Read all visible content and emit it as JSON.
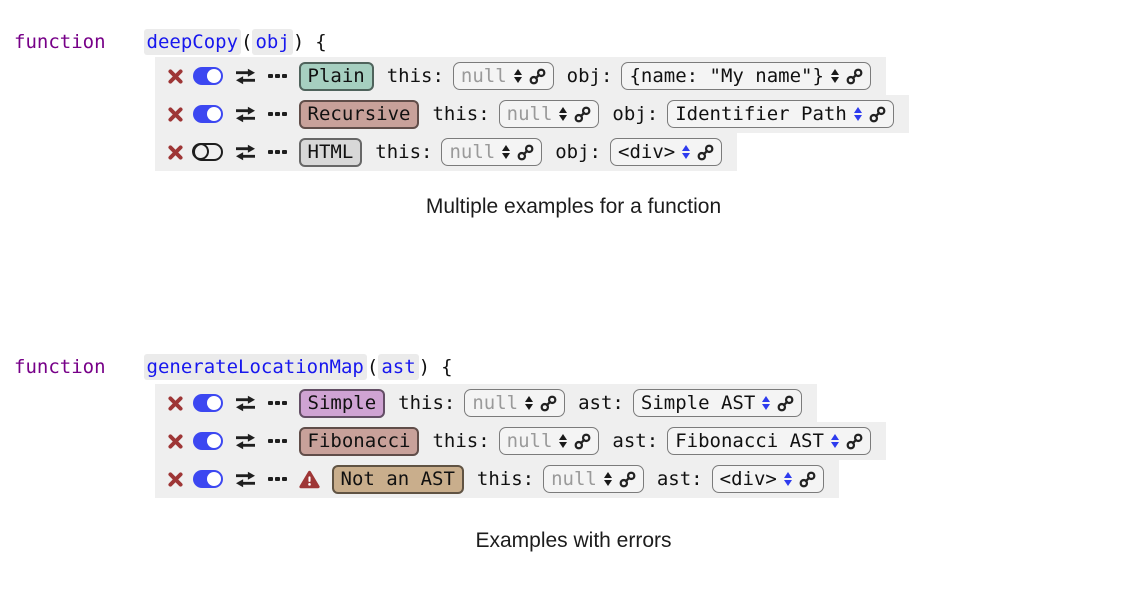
{
  "colors": {
    "keyword": "#770088",
    "identifier": "#1717ee",
    "row_background": "#efefef",
    "toggle_on": "#3c47f1",
    "reference_accent": "#2d3bee",
    "danger_red": "#9e3636",
    "muted_value": "#9a9a9a"
  },
  "icons": {
    "delete": "x-icon",
    "toggle": "toggle-switch",
    "swap": "swap-arrows-icon",
    "more": "ellipsis-icon",
    "stepper": "up-down-stepper-icon",
    "link": "link-icon",
    "warning": "warning-triangle-icon"
  },
  "blocks": [
    {
      "code": {
        "keyword": "function",
        "name": "deepCopy",
        "open_paren": "(",
        "param": "obj",
        "close_paren": ")",
        "open_brace": "{"
      },
      "rows": [
        {
          "name": "Plain",
          "badge_bg": "#a6cfc0",
          "toggle": "on",
          "fields": [
            {
              "label": "this:",
              "value": "null",
              "muted": "true",
              "kind": "literal"
            },
            {
              "label": "obj:",
              "value": "{name: \"My name\"}",
              "muted": "false",
              "kind": "literal"
            }
          ]
        },
        {
          "name": "Recursive",
          "badge_bg": "#c8a19a",
          "toggle": "on",
          "fields": [
            {
              "label": "this:",
              "value": "null",
              "muted": "true",
              "kind": "literal"
            },
            {
              "label": "obj:",
              "value": "Identifier Path",
              "muted": "false",
              "kind": "ref"
            }
          ]
        },
        {
          "name": "HTML",
          "badge_bg": "#d8d8d8",
          "toggle": "off",
          "fields": [
            {
              "label": "this:",
              "value": "null",
              "muted": "true",
              "kind": "literal"
            },
            {
              "label": "obj:",
              "value": "<div>",
              "muted": "false",
              "kind": "ref"
            }
          ]
        }
      ],
      "caption": "Multiple examples for a function"
    },
    {
      "code": {
        "keyword": "function",
        "name": "generateLocationMap",
        "open_paren": "(",
        "param": "ast",
        "close_paren": ")",
        "open_brace": "{"
      },
      "rows": [
        {
          "name": "Simple",
          "badge_bg": "#cfa3d3",
          "toggle": "on",
          "fields": [
            {
              "label": "this:",
              "value": "null",
              "muted": "true",
              "kind": "literal"
            },
            {
              "label": "ast:",
              "value": "Simple AST",
              "muted": "false",
              "kind": "ref"
            }
          ]
        },
        {
          "name": "Fibonacci",
          "badge_bg": "#c8a19a",
          "toggle": "on",
          "fields": [
            {
              "label": "this:",
              "value": "null",
              "muted": "true",
              "kind": "literal"
            },
            {
              "label": "ast:",
              "value": "Fibonacci AST",
              "muted": "false",
              "kind": "ref"
            }
          ]
        },
        {
          "name": "Not an AST",
          "badge_bg": "#c9ae8c",
          "toggle": "on",
          "error": "true",
          "fields": [
            {
              "label": "this:",
              "value": "null",
              "muted": "true",
              "kind": "literal"
            },
            {
              "label": "ast:",
              "value": "<div>",
              "muted": "false",
              "kind": "ref"
            }
          ]
        }
      ],
      "caption": "Examples with errors"
    }
  ]
}
